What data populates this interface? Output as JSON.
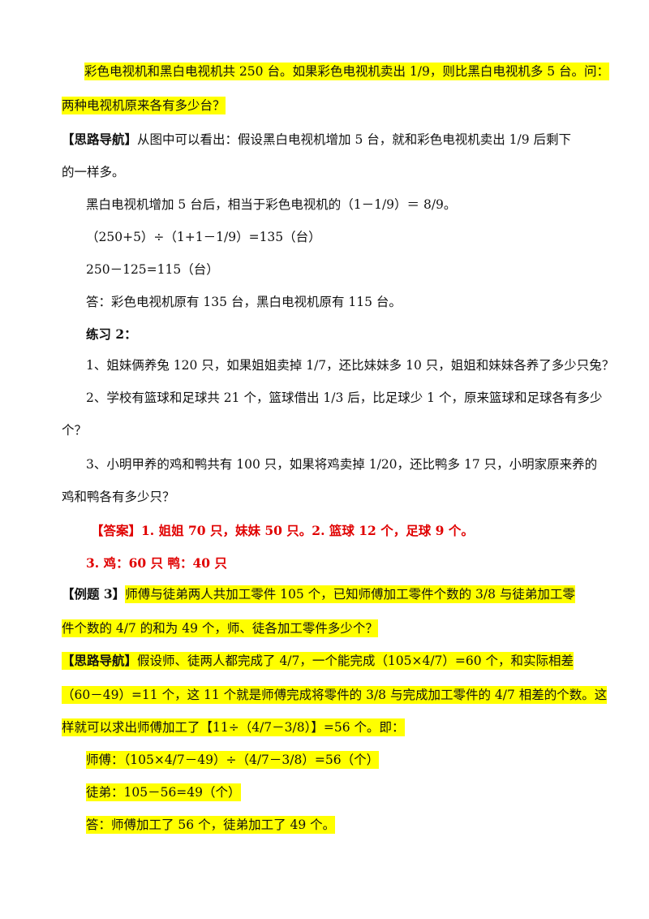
{
  "problem2": {
    "line1": "彩色电视机和黑白电视机共 250 台。如果彩色电视机卖出 1/9，则比黑白电视机多 5 台。问：",
    "line2": "两种电视机原来各有多少台？"
  },
  "guide2": {
    "label": "【思路导航】",
    "line1": "从图中可以看出：假设黑白电视机增加 5 台，就和彩色电视机卖出 1/9 后剩下",
    "line2": "的一样多。"
  },
  "solution2": {
    "line1": "黑白电视机增加 5 台后，相当于彩色电视机的（1－1/9）＝ 8/9。",
    "line2": "（250+5）÷（1+1－1/9）=135（台）",
    "line3": "250－125=115（台）",
    "answer": "答：彩色电视机原有 135 台，黑白电视机原有 115 台。"
  },
  "practice2": {
    "title": "练习 2：",
    "q1": "1、姐妹俩养兔 120 只，如果姐姐卖掉 1/7，还比妹妹多 10 只，姐姐和妹妹各养了多少只兔？",
    "q2_line1": "2、学校有篮球和足球共 21 个，篮球借出 1/3 后，比足球少 1 个，原来篮球和足球各有多少",
    "q2_line2": "个？",
    "q3_line1": "3、小明甲养的鸡和鸭共有 100 只，如果将鸡卖掉 1/20，还比鸭多 17 只，小明家原来养的",
    "q3_line2": "鸡和鸭各有多少只？"
  },
  "answers2": {
    "line1": "【答案】1. 姐姐 70 只，妹妹 50 只。2. 篮球 12 个，足球 9 个。",
    "line2": "3. 鸡：60 只   鸭：40 只"
  },
  "example3": {
    "label": "【例题 3】",
    "line1": "师傅与徒弟两人共加工零件 105 个，已知师傅加工零件个数的 3/8 与徒弟加工零",
    "line2": "件个数的 4/7 的和为 49 个，师、徒各加工零件多少个？"
  },
  "guide3": {
    "label": "【思路导航】",
    "line1": "假设师、徒两人都完成了 4/7，一个能完成（105×4/7）=60 个，和实际相差",
    "line2": "（60－49）=11 个，这 11 个就是师傅完成将零件的 3/8 与完成加工零件的 4/7 相差的个数。这",
    "line3": "样就可以求出师傅加工了【11÷（4/7－3/8）】=56 个。即：",
    "line4": "师傅：（105×4/7－49）÷（4/7－3/8）=56（个）",
    "line5": "徒弟：105－56=49（个）",
    "line6": "答：师傅加工了 56 个，徒弟加工了 49 个。"
  }
}
